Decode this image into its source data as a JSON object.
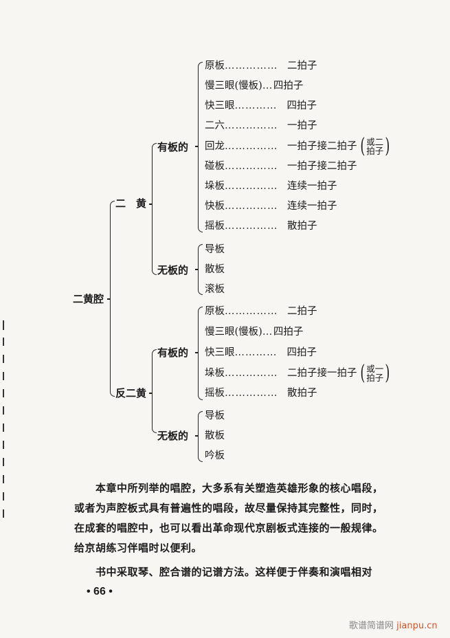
{
  "tree": {
    "root": "二黄腔",
    "branches": [
      {
        "label": "二　黄",
        "groups": [
          {
            "label": "有板的",
            "items": [
              {
                "name": "原板",
                "dots": "……………",
                "value": "二拍子"
              },
              {
                "name": "慢三眼(慢板)",
                "dots": "…",
                "value": "四拍子"
              },
              {
                "name": "快三眼",
                "dots": "…………",
                "value": "四拍子"
              },
              {
                "name": "二六",
                "dots": "……………",
                "value": "一拍子"
              },
              {
                "name": "回龙",
                "dots": "……………",
                "value": "一拍子接二拍子",
                "note_top": "或二",
                "note_bottom": "拍子"
              },
              {
                "name": "碰板",
                "dots": "……………",
                "value": "一拍子接二拍子"
              },
              {
                "name": "垛板",
                "dots": "……………",
                "value": "连续一拍子"
              },
              {
                "name": "快板",
                "dots": "……………",
                "value": "连续一拍子"
              },
              {
                "name": "摇板",
                "dots": "……………",
                "value": "散拍子"
              }
            ]
          },
          {
            "label": "无板的",
            "items": [
              {
                "name": "导板"
              },
              {
                "name": "散板"
              },
              {
                "name": "滚板"
              }
            ]
          }
        ]
      },
      {
        "label": "反二黄",
        "groups": [
          {
            "label": "有板的",
            "items": [
              {
                "name": "原板",
                "dots": "……………",
                "value": "二拍子"
              },
              {
                "name": "慢三眼(慢板)",
                "dots": "…",
                "value": "四拍子"
              },
              {
                "name": "快三眼",
                "dots": "…………",
                "value": "四拍子"
              },
              {
                "name": "垛板",
                "dots": "……………",
                "value": "二拍子接一拍子",
                "note_top": "或一",
                "note_bottom": "拍子"
              },
              {
                "name": "摇板",
                "dots": "……………",
                "value": "散拍子"
              }
            ]
          },
          {
            "label": "无板的",
            "items": [
              {
                "name": "导板"
              },
              {
                "name": "散板"
              },
              {
                "name": "吟板"
              }
            ]
          }
        ]
      }
    ]
  },
  "body_text": {
    "lines": [
      "　　本章中所列举的唱腔，大多系有关塑造英雄形象的核心唱段，",
      "或者为声腔板式具有普遍性的唱段，故尽量保持其完整性，同时，",
      "在成套的唱腔中，也可以看出革命现代京剧板式连接的一般规律。",
      "给京胡练习伴唱时以便利。",
      "　　书中采取琴、腔合谱的记谱方法。这样便于伴奏和演唱相对"
    ]
  },
  "page_number": "• 66 •",
  "watermark": {
    "cn": "歌谱简谱网",
    "latin": "jianpu.cn"
  }
}
